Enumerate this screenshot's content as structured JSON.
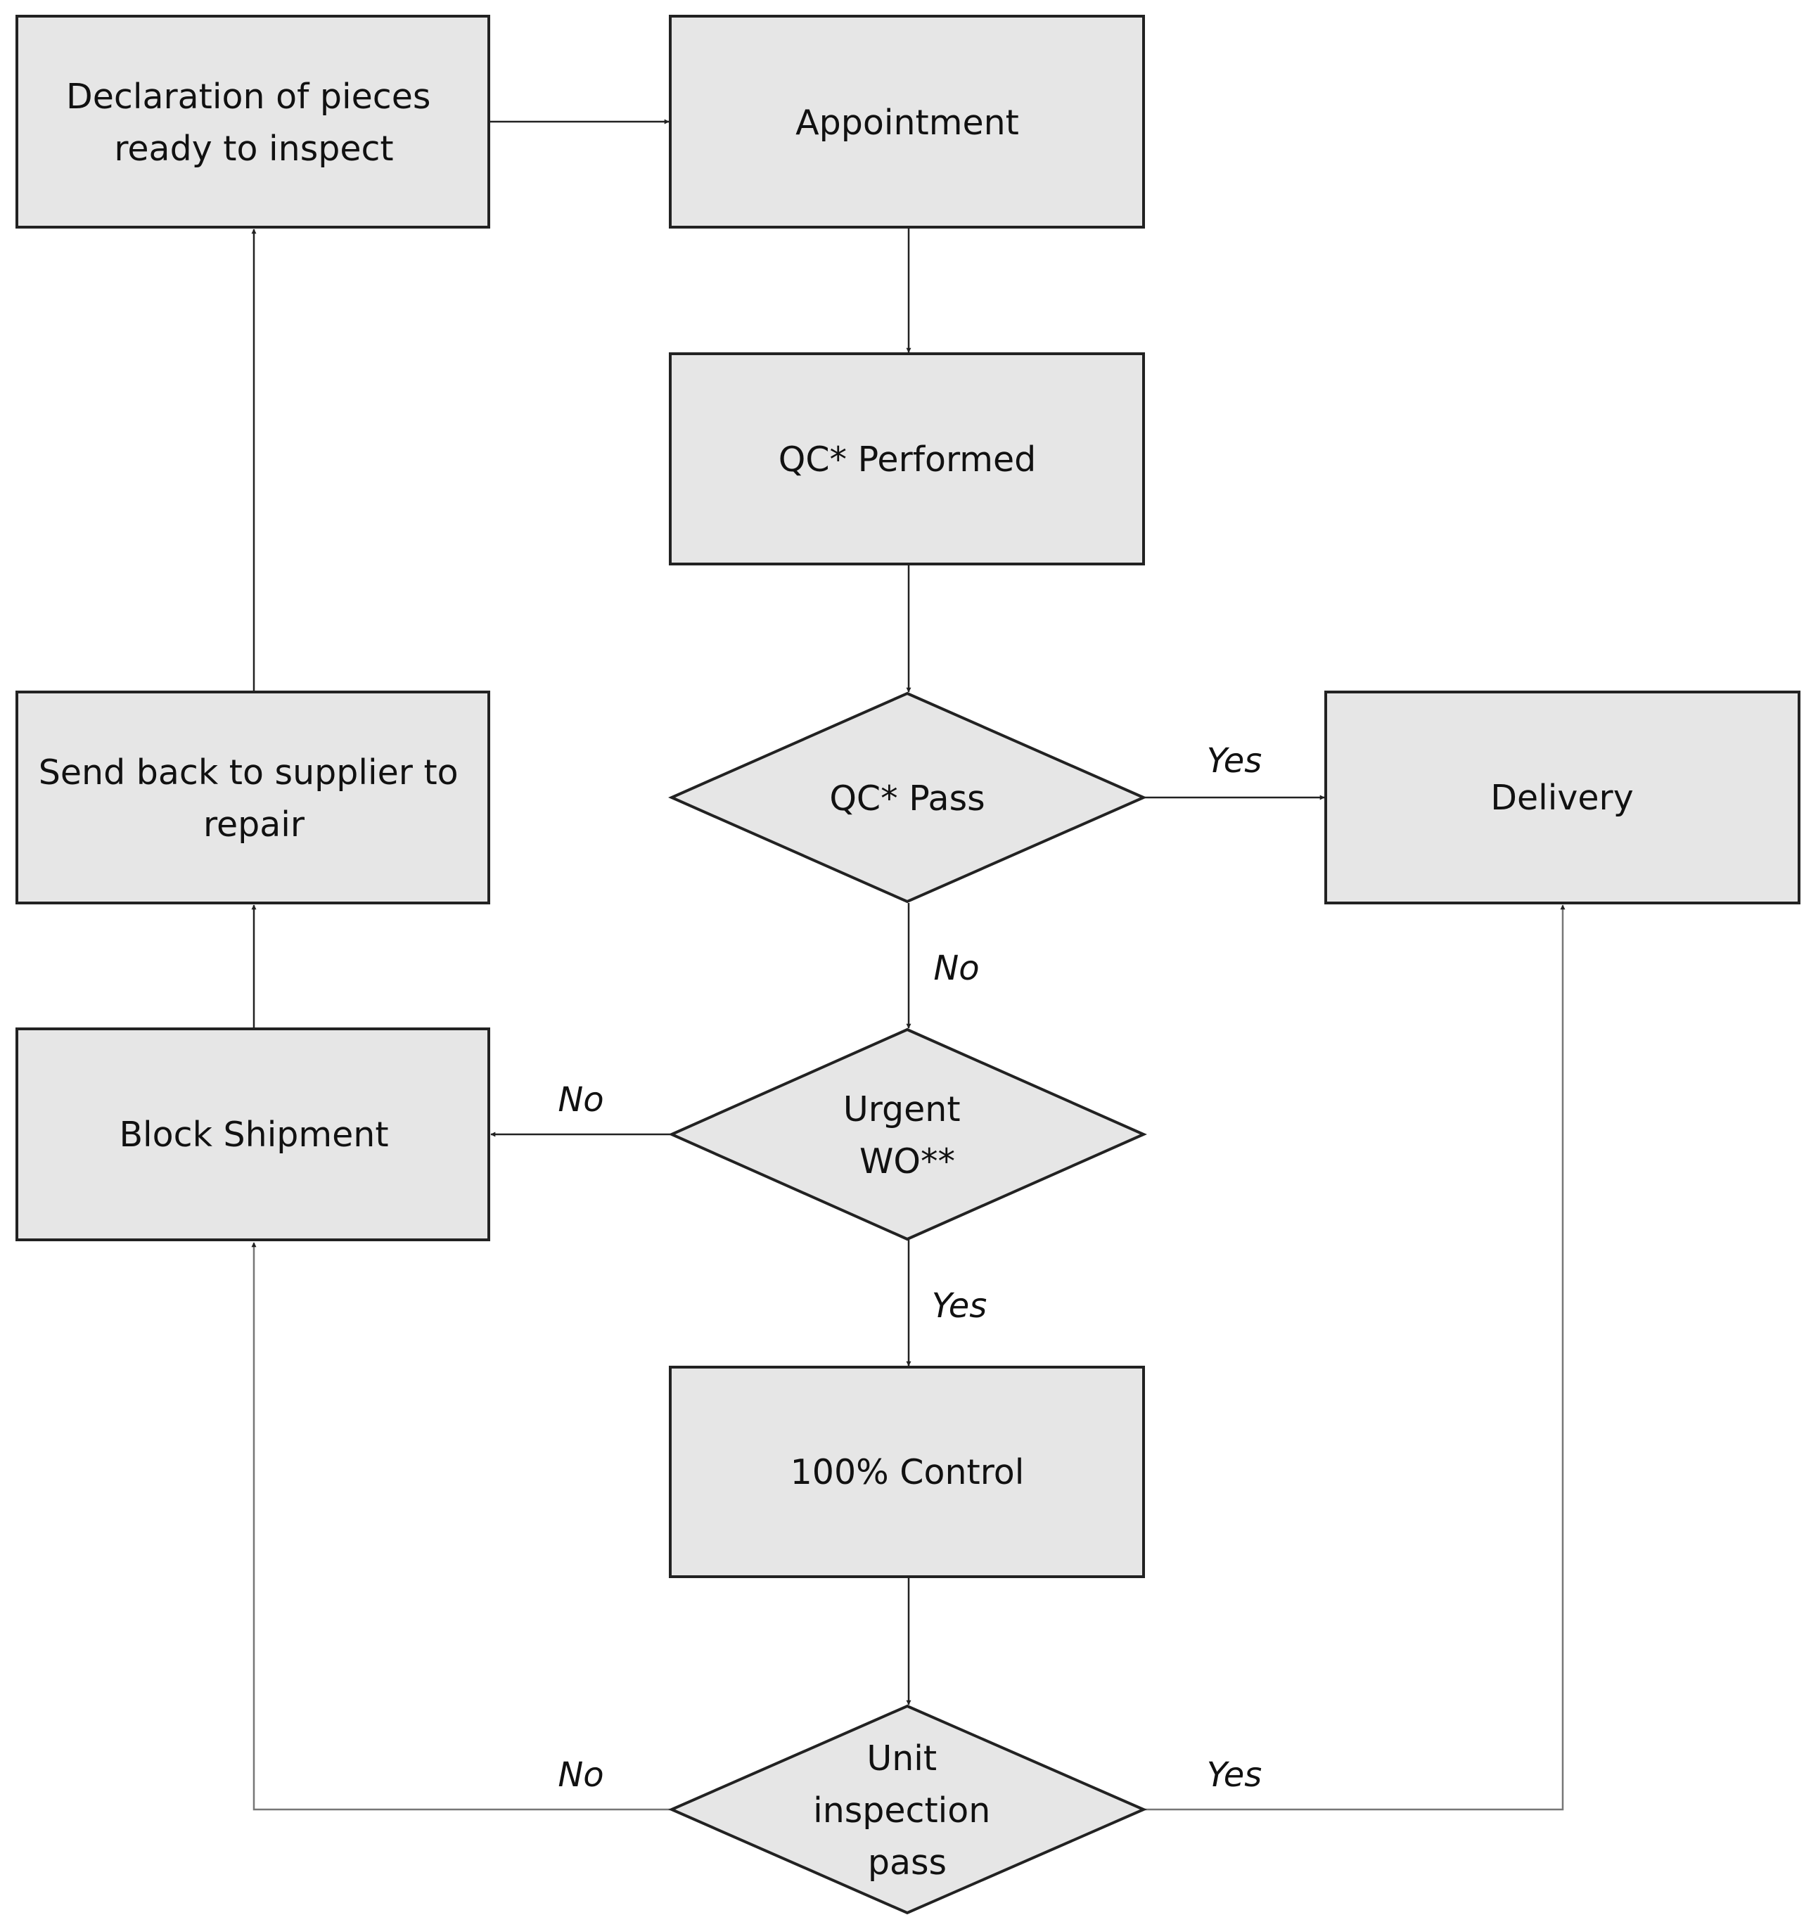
{
  "colors": {
    "node_fill": "#e6e6e6",
    "node_stroke": "#222222",
    "connector": "#222222",
    "connector_secondary": "#777777",
    "background": "#ffffff"
  },
  "nodes": {
    "declaration": {
      "lines": [
        "Declaration of pieces",
        "ready to inspect"
      ]
    },
    "appointment": {
      "lines": [
        "Appointment"
      ]
    },
    "qc_performed": {
      "lines": [
        "QC* Performed"
      ]
    },
    "qc_pass": {
      "lines": [
        "QC* Pass"
      ]
    },
    "delivery": {
      "lines": [
        "Delivery"
      ]
    },
    "send_back": {
      "lines": [
        "Send back to supplier to",
        "repair"
      ]
    },
    "block_shipment": {
      "lines": [
        "Block Shipment"
      ]
    },
    "urgent_wo": {
      "lines": [
        "Urgent",
        "WO**"
      ]
    },
    "control_100": {
      "lines": [
        "100% Control"
      ]
    },
    "unit_inspection": {
      "lines": [
        "Unit",
        "inspection",
        "pass"
      ]
    }
  },
  "edge_labels": {
    "qc_pass_yes": "Yes",
    "qc_pass_no": "No",
    "urgent_no": "No",
    "urgent_yes": "Yes",
    "unit_no": "No",
    "unit_yes": "Yes"
  }
}
